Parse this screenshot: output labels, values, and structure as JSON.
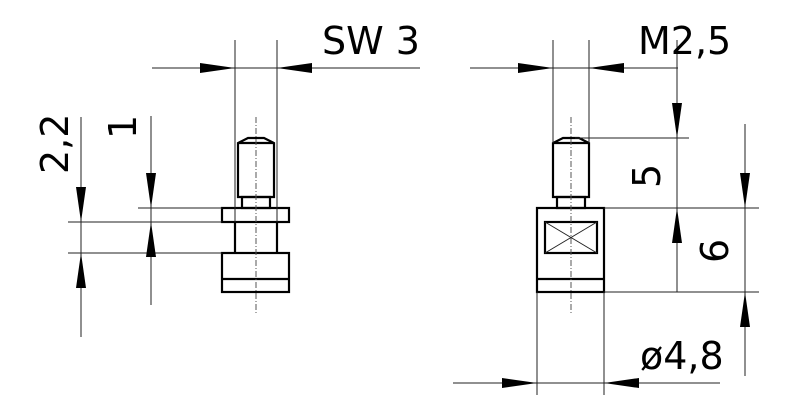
{
  "drawing": {
    "left_part": {
      "width_across_flats": "SW 3",
      "flange_height": "1",
      "neck_height": "2,2"
    },
    "right_part": {
      "thread": "M2,5",
      "thread_length": "5",
      "body_height": "6",
      "body_diameter": "ø4,8"
    }
  }
}
